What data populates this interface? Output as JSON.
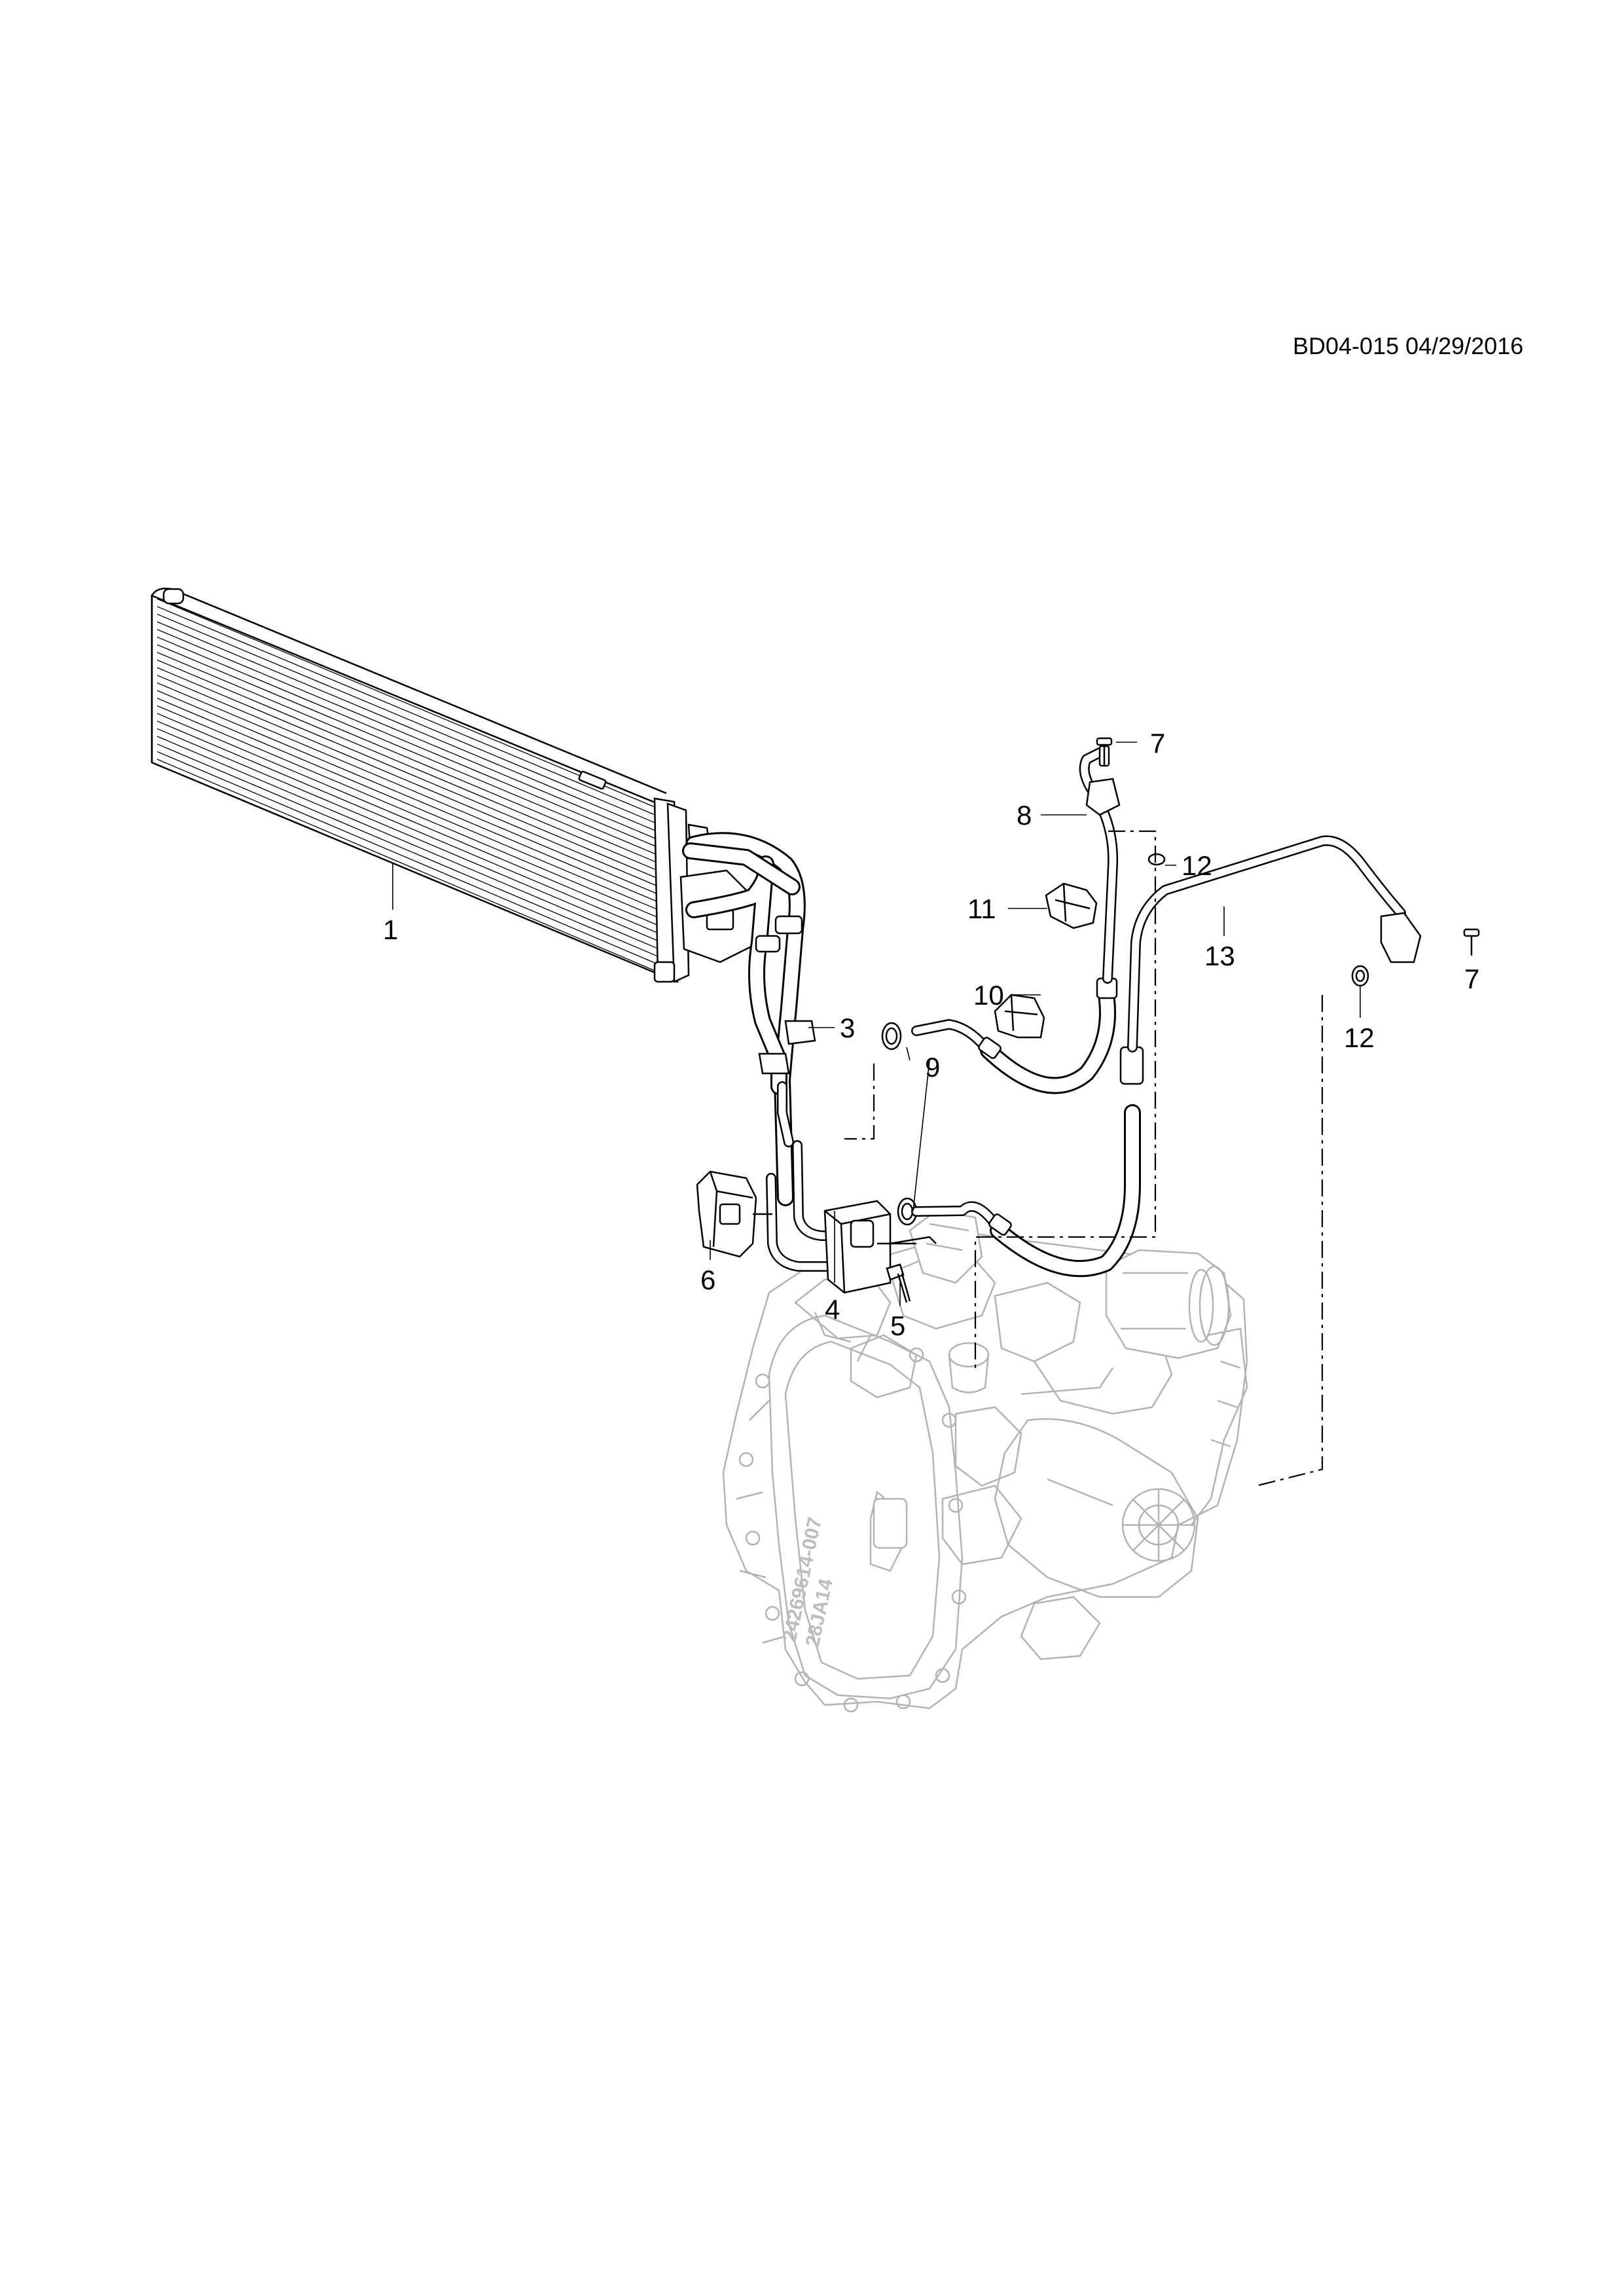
{
  "header": {
    "code": "BD04-015 04/29/2016"
  },
  "callouts": [
    {
      "id": "c1",
      "label": "1"
    },
    {
      "id": "c3",
      "label": "3"
    },
    {
      "id": "c4",
      "label": "4"
    },
    {
      "id": "c5",
      "label": "5"
    },
    {
      "id": "c6",
      "label": "6"
    },
    {
      "id": "c7a",
      "label": "7"
    },
    {
      "id": "c7b",
      "label": "7"
    },
    {
      "id": "c8",
      "label": "8"
    },
    {
      "id": "c9",
      "label": "9"
    },
    {
      "id": "c10",
      "label": "10"
    },
    {
      "id": "c11",
      "label": "11"
    },
    {
      "id": "c12a",
      "label": "12"
    },
    {
      "id": "c12b",
      "label": "12"
    },
    {
      "id": "c13",
      "label": "13"
    }
  ],
  "transmission": {
    "engraving_line1": "24269614-007",
    "engraving_line2": "28JA14"
  }
}
